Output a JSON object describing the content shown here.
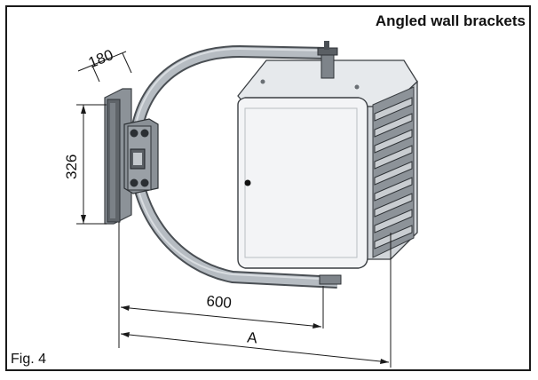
{
  "figure": {
    "title": "Angled wall brackets",
    "label": "Fig. 4"
  },
  "dimensions": {
    "bracket_depth": "180",
    "bracket_height": "326",
    "arm_reach": "600",
    "total_reach": "A"
  },
  "colors": {
    "arm": "#a9b0b6",
    "arm_edge": "#4a4f54",
    "housing": "#eef0f2",
    "housing_side": "#d8dbde",
    "plate": "#6b7075",
    "line": "#1a1a1a"
  }
}
